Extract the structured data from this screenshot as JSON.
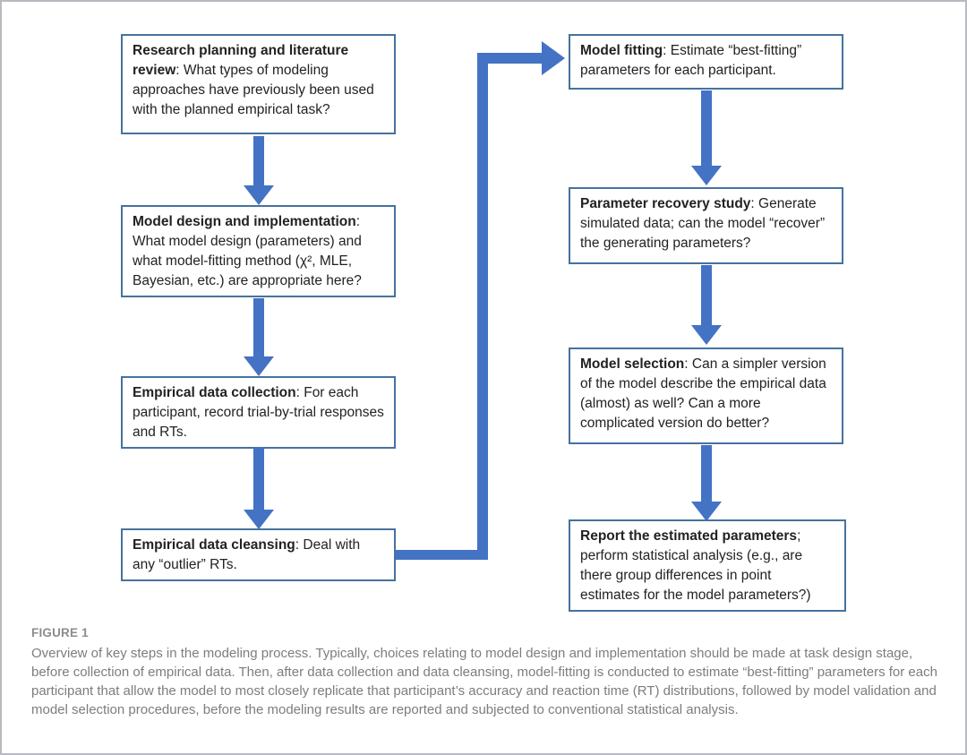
{
  "figure": {
    "label": "FIGURE 1",
    "caption": "Overview of key steps in the modeling process. Typically, choices relating to model design and implementation should be made at task design stage, before collection of empirical data. Then, after data collection and data cleansing, model-fitting is conducted to estimate “best-fitting” parameters for each participant that allow the model to most closely replicate that participant’s accuracy and reaction time (RT) distributions, followed by model validation and model selection procedures, before the modeling results are reported and subjected to conventional statistical analysis."
  },
  "colors": {
    "arrow_blue": "#4472c4",
    "box_border_blue": "#46729e",
    "box_text": "#222222",
    "caption_gray": "#7d7d7d"
  },
  "flowchart": {
    "left_column": [
      {
        "bold": "Research planning and literature review",
        "rest": ": What types of modeling approaches have previously been used with the planned empirical task?"
      },
      {
        "bold": "Model design and implementation",
        "rest": ": What model design (parameters) and what model-fitting method (χ², MLE, Bayesian, etc.) are appropriate here?"
      },
      {
        "bold": "Empirical data collection",
        "rest": ": For each participant, record trial-by-trial responses and RTs."
      },
      {
        "bold": "Empirical data cleansing",
        "rest": ": Deal with any “outlier” RTs."
      }
    ],
    "right_column": [
      {
        "bold": "Model fitting",
        "rest": ": Estimate “best-fitting” parameters for each participant."
      },
      {
        "bold": "Parameter recovery study",
        "rest": ": Generate simulated data; can the model “recover” the generating parameters?"
      },
      {
        "bold": "Model selection",
        "rest": ": Can a simpler version of the model describe the empirical data (almost) as well?  Can a more complicated version do better?"
      },
      {
        "bold": "Report the estimated parameters",
        "rest": "; perform statistical analysis (e.g., are there group differences in point estimates for the model parameters?)"
      }
    ]
  }
}
